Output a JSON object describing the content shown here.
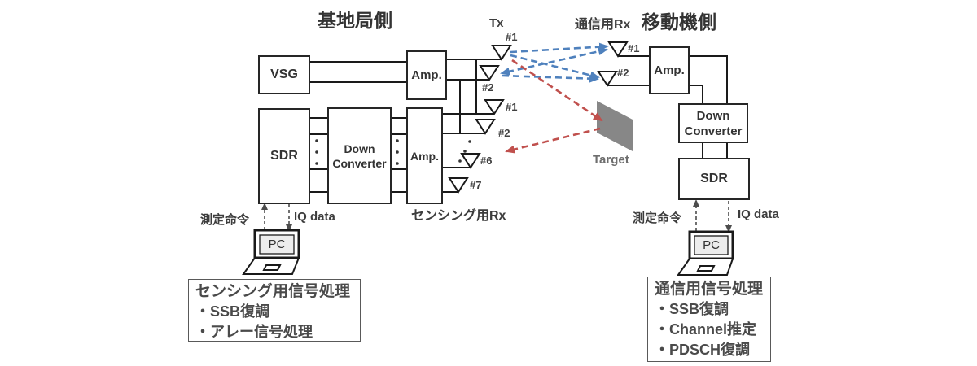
{
  "titles": {
    "base_station": "基地局側",
    "mobile": "移動機側"
  },
  "labels": {
    "tx": "Tx",
    "comm_rx": "通信用Rx",
    "sensing_rx": "センシング用Rx",
    "target": "Target",
    "measure_command": "測定命令",
    "iq_data": "IQ data"
  },
  "blocks": {
    "vsg": "VSG",
    "amp": "Amp.",
    "sdr": "SDR",
    "down_converter": "Down Converter",
    "pc": "PC"
  },
  "antennas": {
    "tx": [
      "#1",
      "#2"
    ],
    "sensing": [
      "#1",
      "#2",
      "#6",
      "#7"
    ],
    "comm": [
      "#1",
      "#2"
    ]
  },
  "processing_left": {
    "title": "センシング用信号処理",
    "items": [
      "・SSB復調",
      "・アレー信号処理"
    ]
  },
  "processing_right": {
    "title": "通信用信号処理",
    "items": [
      "・SSB復調",
      "・Channel推定",
      "・PDSCH復調"
    ]
  },
  "colors": {
    "comm_path_blue": "#4f81bd",
    "sensing_path_red": "#c0504d",
    "target_gray": "#878787",
    "wire_black": "#1a1a1a"
  }
}
